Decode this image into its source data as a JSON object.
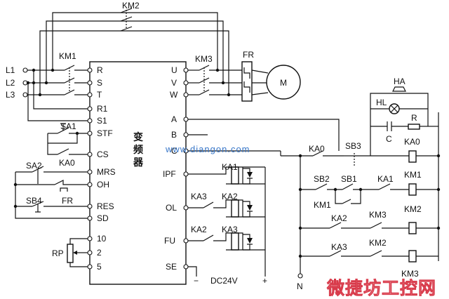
{
  "contactors": {
    "km2": "KM2",
    "km1": "KM1",
    "km3": "KM3"
  },
  "fr": "FR",
  "motor": "M",
  "lines": {
    "l1": "L1",
    "l2": "L2",
    "l3": "L3"
  },
  "inverter_label": "变频器",
  "left_terminals": {
    "r": "R",
    "s": "S",
    "t": "T",
    "r1": "R1",
    "s1": "S1",
    "stf": "STF",
    "cs": "CS",
    "mrs": "MRS",
    "oh": "OH",
    "res": "RES",
    "sd": "SD",
    "t10": "10",
    "t2": "2",
    "t5": "5"
  },
  "right_terminals": {
    "u": "U",
    "v": "V",
    "w": "W",
    "a": "A",
    "b": "B",
    "c": "C",
    "ipf": "IPF",
    "ol": "OL",
    "fu": "FU",
    "se": "SE"
  },
  "left_components": {
    "sa1": "SA1",
    "ka0": "KA0",
    "sa2": "SA2",
    "fr": "FR",
    "sb4": "SB4",
    "rp": "RP"
  },
  "relays": {
    "ka1": "KA1",
    "ka2": "KA2",
    "ka3": "KA3",
    "ka3_contact": "KA3",
    "ka2_contact": "KA2"
  },
  "supply": {
    "dc24v": "DC24V",
    "minus": "−",
    "plus": "+"
  },
  "control": {
    "ha": "HA",
    "hl": "HL",
    "r": "R",
    "c": "C",
    "ka0": "KA0",
    "sb3": "SB3",
    "ka0_coil": "KA0",
    "sb2": "SB2",
    "sb1": "SB1",
    "km1_contact": "KM1",
    "ka1": "KA1",
    "km1_coil": "KM1",
    "ka2": "KA2",
    "km3_contact": "KM3",
    "km2_coil": "KM2",
    "ka3": "KA3",
    "km2_contact": "KM2",
    "km3_coil": "KM3",
    "n": "N"
  },
  "watermark": "www.diangon.com",
  "logo": "微捷坊工控网"
}
